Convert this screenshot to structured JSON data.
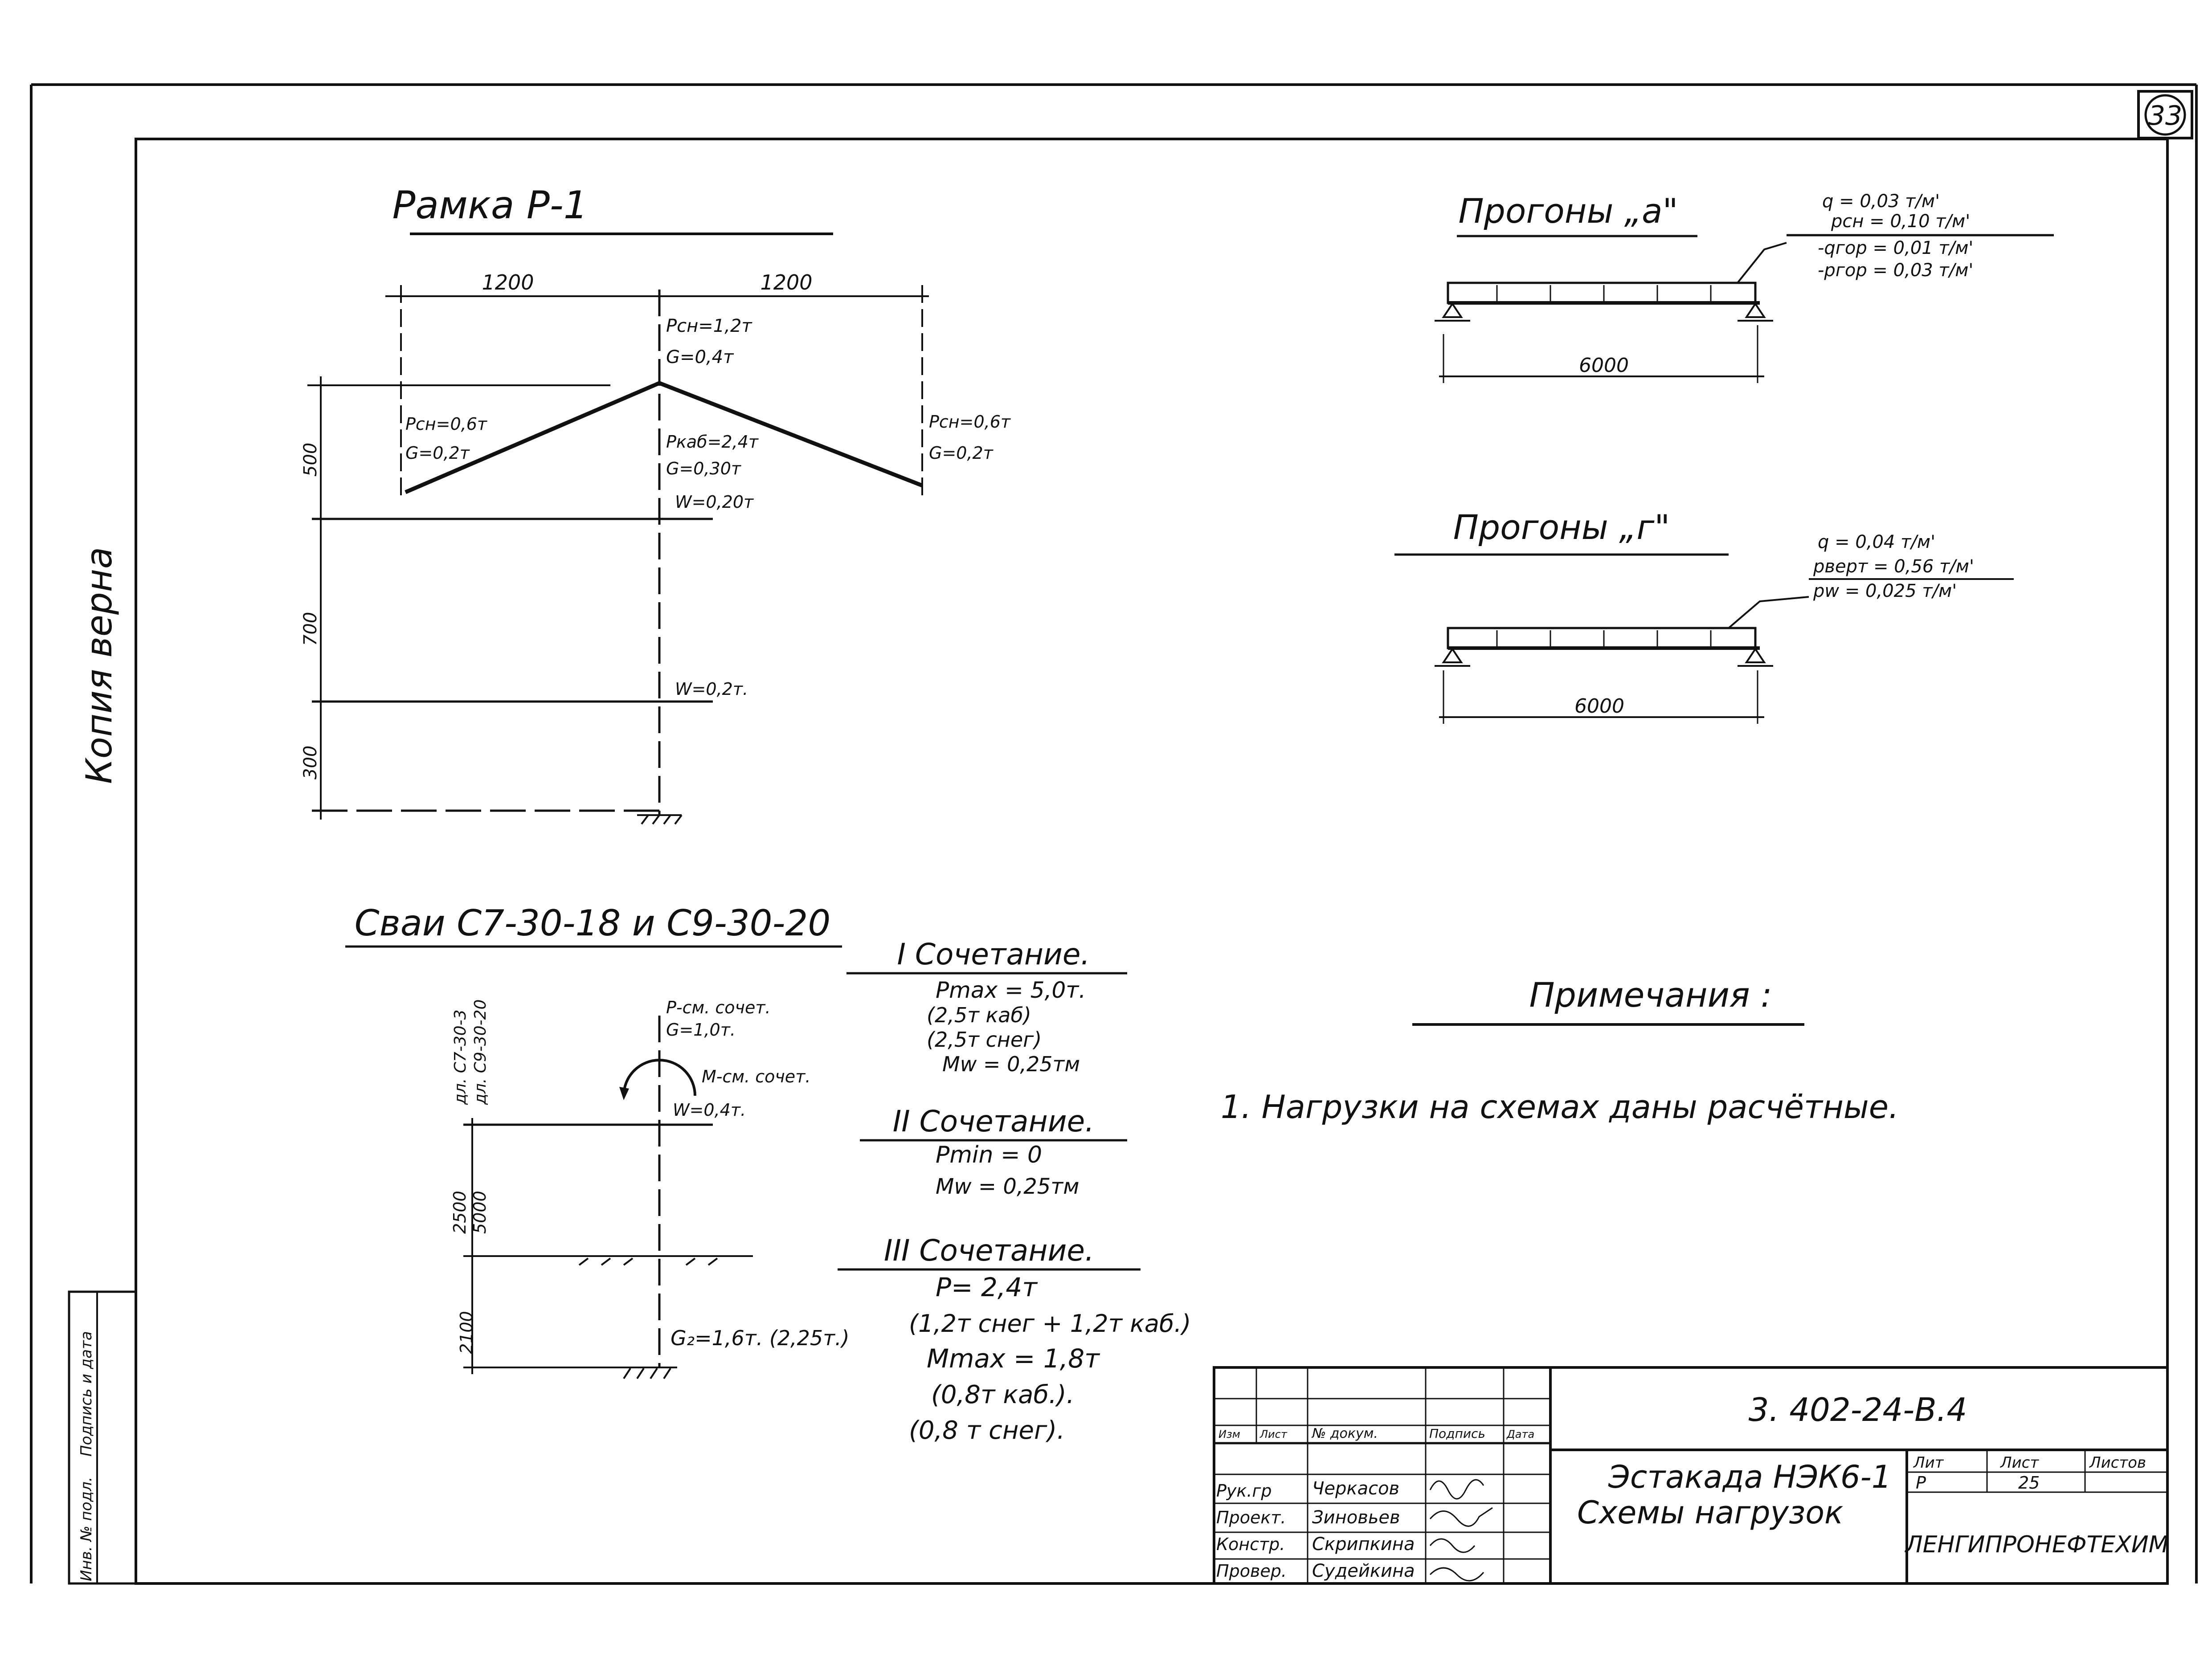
{
  "sheet_number": "33",
  "copy_note": "Копия верна",
  "frame_p1": {
    "title": "Рамка  Р-1",
    "dim_left": "1200",
    "dim_right": "1200",
    "dims_vertical": [
      "500",
      "700",
      "300"
    ],
    "apex_loads": [
      "Pсн=1,2т",
      "G=0,4т"
    ],
    "left_loads": [
      "Pсн=0,6т",
      "G=0,2т"
    ],
    "mid_loads": [
      "Pкаб=2,4т",
      "G=0,30т"
    ],
    "right_loads": [
      "Pсн=0,6т",
      "G=0,2т"
    ],
    "wind_upper": "W=0,20т",
    "wind_lower": "W=0,2т."
  },
  "purlins_a": {
    "title": "Прогоны „а\"",
    "loads": [
      "q = 0,03 т/м'",
      "pсн = 0,10 т/м'",
      "-qгор = 0,01 т/м'",
      "-pгор = 0,03 т/м'"
    ],
    "span": "6000"
  },
  "purlins_g": {
    "title": "Прогоны „г\"",
    "loads": [
      "q = 0,04 т/м'",
      "pверт = 0,56 т/м'",
      "pw    = 0,025 т/м'"
    ],
    "span": "6000"
  },
  "piles": {
    "title": "Сваи  С7-30-18 и С9-30-20",
    "side_labels": [
      "дл. С7-30-3",
      "дл. С9-30-20"
    ],
    "loads_top": [
      "Р-см. сочет.",
      "G=1,0т."
    ],
    "moment_label": "М-см. сочет.",
    "wind": "W=0,4т.",
    "dims": [
      "2500",
      "5000",
      "2100"
    ],
    "g2": "G₂=1,6т. (2,25т.)"
  },
  "combinations": {
    "c1": {
      "title": "I Сочетание.",
      "lines": [
        "Pmax = 5,0т.",
        "(2,5т каб)",
        "(2,5т снег)",
        "Mw = 0,25тм"
      ]
    },
    "c2": {
      "title": "II Сочетание.",
      "lines": [
        "Pmin = 0",
        "Mw = 0,25тм"
      ]
    },
    "c3": {
      "title": "III Сочетание.",
      "lines": [
        "P= 2,4т",
        "(1,2т снег + 1,2т каб.)",
        "Mmax = 1,8т",
        "(0,8т каб.).",
        "(0,8 т снег)."
      ]
    }
  },
  "notes": {
    "title": "Примечания :",
    "items": [
      "1. Нагрузки  на  схемах  даны  расчётные."
    ]
  },
  "side_stamp": [
    "Инв. № подл.",
    "Подпись и дата"
  ],
  "title_block": {
    "code": "3. 402-24-В.4",
    "header_cols": [
      "Изм",
      "Лист",
      "№ докум.",
      "Подпись",
      "Дата"
    ],
    "rows": [
      {
        "role": "Рук.гр",
        "name": "Черкасов"
      },
      {
        "role": "Проект.",
        "name": "Зиновьев"
      },
      {
        "role": "Констр.",
        "name": "Скрипкина"
      },
      {
        "role": "Провер.",
        "name": "Судейкина"
      }
    ],
    "object_name": "Эстакада  НЭК6-1",
    "drawing_name": "Схемы  нагрузок",
    "stage_label": "Лит",
    "sheet_label": "Лист",
    "sheets_label": "Листов",
    "stage_value": "Р",
    "sheet_value": "25",
    "organization": "ЛЕНГИПРОНЕФТЕХИМ"
  }
}
